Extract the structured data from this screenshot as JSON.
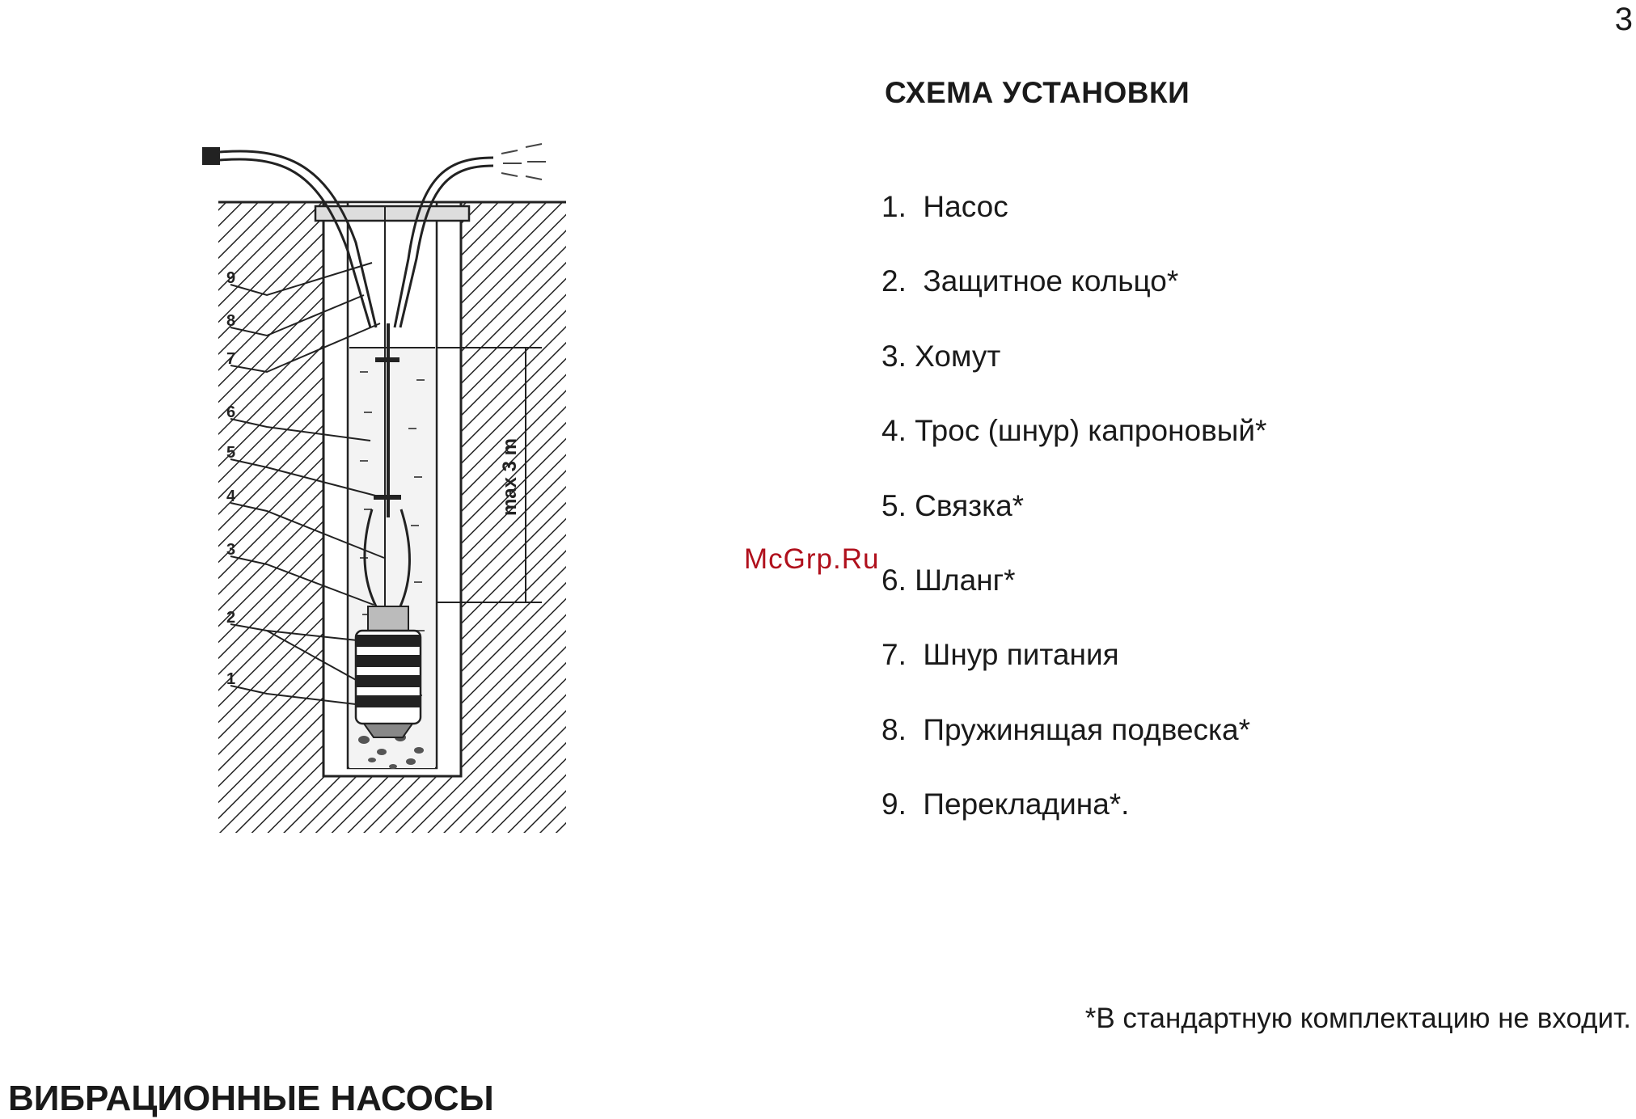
{
  "page": {
    "number": "3"
  },
  "heading": "СХЕМА УСТАНОВКИ",
  "legend": [
    {
      "text": "1.  Насос"
    },
    {
      "text": "2.  Защитное кольцо*"
    },
    {
      "text": "3. Хомут"
    },
    {
      "text": "4. Трос (шнур) капроновый*"
    },
    {
      "text": "5. Связка*"
    },
    {
      "text": "6. Шланг*"
    },
    {
      "text": "7.  Шнур питания"
    },
    {
      "text": "8.  Пружинящая подвеска*"
    },
    {
      "text": "9.  Перекладина*."
    }
  ],
  "diagram": {
    "dimension_label": "max 3 m",
    "callouts": [
      "1",
      "2",
      "3",
      "4",
      "5",
      "6",
      "7",
      "8",
      "9"
    ]
  },
  "watermark": "McGrp.Ru",
  "footnote": "*В стандартную комплектацию не входит.",
  "section_title": "ВИБРАЦИОННЫЕ НАСОСЫ"
}
